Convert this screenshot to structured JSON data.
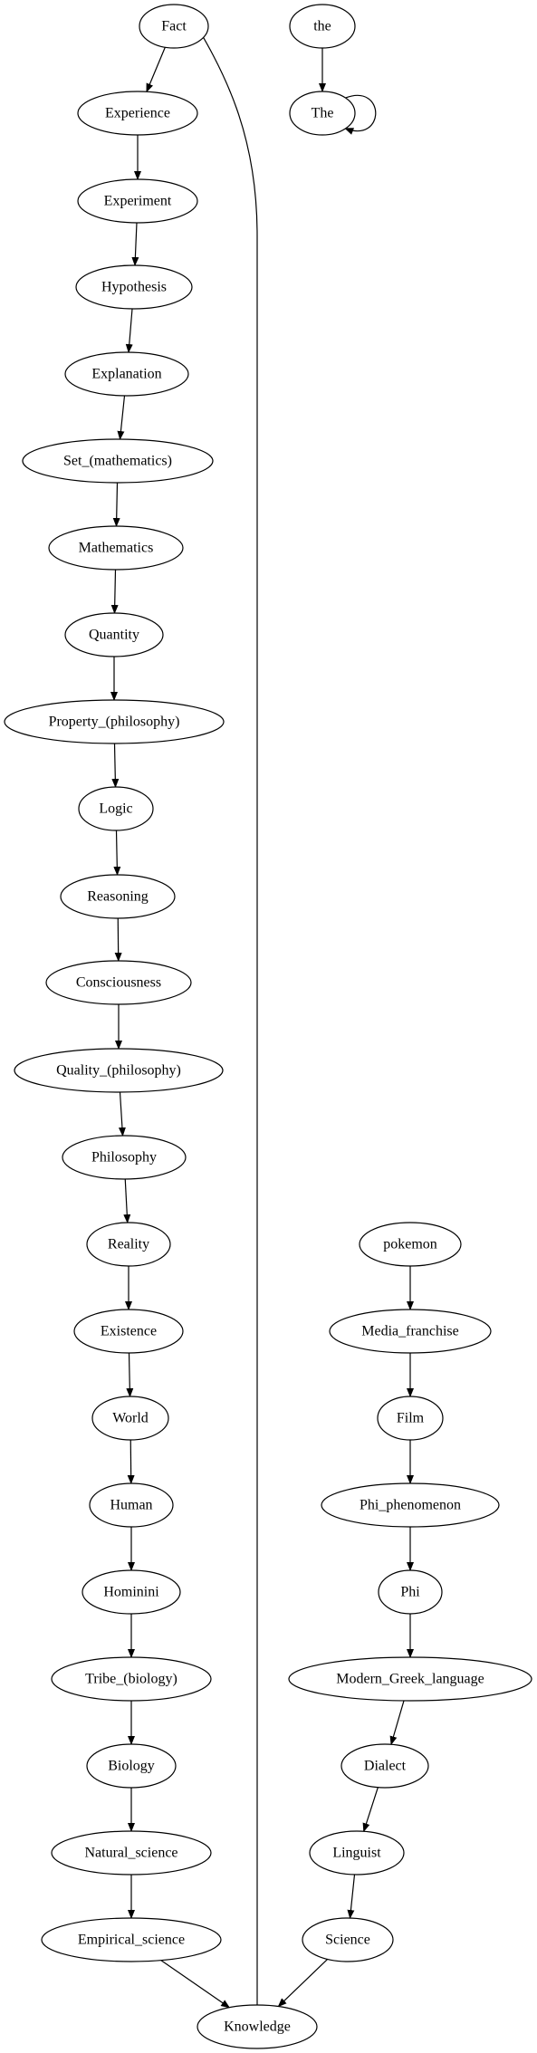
{
  "nodes": {
    "fact": "Fact",
    "experience": "Experience",
    "experiment": "Experiment",
    "hypothesis": "Hypothesis",
    "explanation": "Explanation",
    "set_mathematics": "Set_(mathematics)",
    "mathematics": "Mathematics",
    "quantity": "Quantity",
    "property_philosophy": "Property_(philosophy)",
    "logic": "Logic",
    "reasoning": "Reasoning",
    "consciousness": "Consciousness",
    "quality_philosophy": "Quality_(philosophy)",
    "philosophy": "Philosophy",
    "reality": "Reality",
    "existence": "Existence",
    "world": "World",
    "human": "Human",
    "hominini": "Hominini",
    "tribe_biology": "Tribe_(biology)",
    "biology": "Biology",
    "natural_science": "Natural_science",
    "empirical_science": "Empirical_science",
    "knowledge": "Knowledge",
    "the_lower": "the",
    "the_upper": "The",
    "pokemon": "pokemon",
    "media_franchise": "Media_franchise",
    "film": "Film",
    "phi_phenomenon": "Phi_phenomenon",
    "phi": "Phi",
    "modern_greek_language": "Modern_Greek_language",
    "dialect": "Dialect",
    "linguist": "Linguist",
    "science": "Science"
  },
  "edges": [
    [
      "fact",
      "experience"
    ],
    [
      "experience",
      "experiment"
    ],
    [
      "experiment",
      "hypothesis"
    ],
    [
      "hypothesis",
      "explanation"
    ],
    [
      "explanation",
      "set_mathematics"
    ],
    [
      "set_mathematics",
      "mathematics"
    ],
    [
      "mathematics",
      "quantity"
    ],
    [
      "quantity",
      "property_philosophy"
    ],
    [
      "property_philosophy",
      "logic"
    ],
    [
      "logic",
      "reasoning"
    ],
    [
      "reasoning",
      "consciousness"
    ],
    [
      "consciousness",
      "quality_philosophy"
    ],
    [
      "quality_philosophy",
      "philosophy"
    ],
    [
      "philosophy",
      "reality"
    ],
    [
      "reality",
      "existence"
    ],
    [
      "existence",
      "world"
    ],
    [
      "world",
      "human"
    ],
    [
      "human",
      "hominini"
    ],
    [
      "hominini",
      "tribe_biology"
    ],
    [
      "tribe_biology",
      "biology"
    ],
    [
      "biology",
      "natural_science"
    ],
    [
      "natural_science",
      "empirical_science"
    ],
    [
      "empirical_science",
      "knowledge"
    ],
    [
      "knowledge",
      "fact"
    ],
    [
      "the_lower",
      "the_upper"
    ],
    [
      "the_upper",
      "the_upper"
    ],
    [
      "pokemon",
      "media_franchise"
    ],
    [
      "media_franchise",
      "film"
    ],
    [
      "film",
      "phi_phenomenon"
    ],
    [
      "phi_phenomenon",
      "phi"
    ],
    [
      "phi",
      "modern_greek_language"
    ],
    [
      "modern_greek_language",
      "dialect"
    ],
    [
      "dialect",
      "linguist"
    ],
    [
      "linguist",
      "science"
    ],
    [
      "science",
      "knowledge"
    ]
  ]
}
